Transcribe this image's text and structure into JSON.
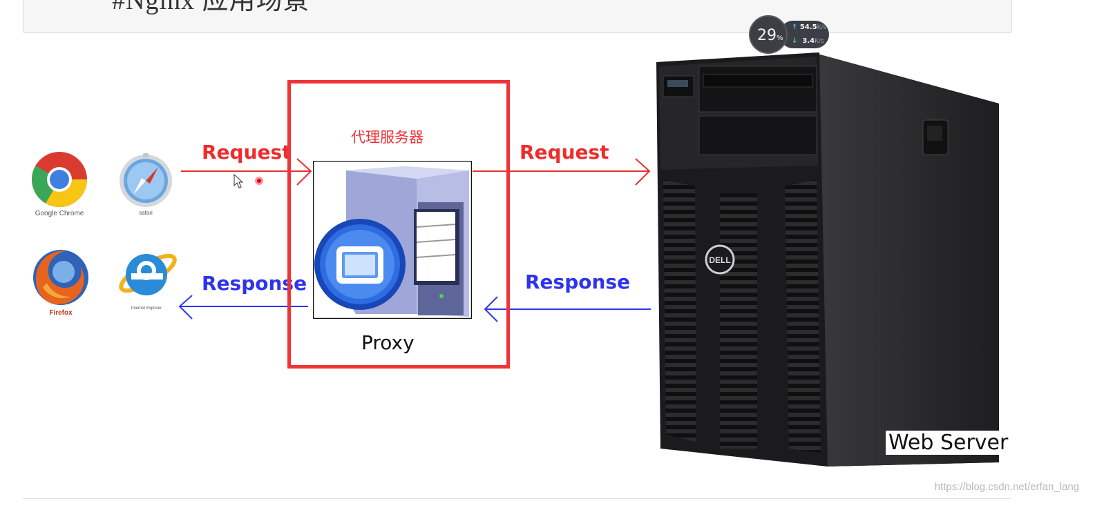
{
  "top_box": {
    "text": "#Nginx 应用场景"
  },
  "browsers": [
    {
      "name": "Google Chrome",
      "icon": "chrome-icon"
    },
    {
      "name": "safari",
      "icon": "safari-icon"
    },
    {
      "name": "Firefox",
      "icon": "firefox-icon"
    },
    {
      "name": "Internet Explorer",
      "icon": "internet-explorer-icon"
    }
  ],
  "arrows": {
    "left_request": "Request",
    "right_request": "Request",
    "left_response": "Response",
    "right_response": "Response"
  },
  "proxy": {
    "title": "代理服务器",
    "label": "Proxy"
  },
  "server": {
    "label": "Web Server",
    "brand": "DELL"
  },
  "speed_widget": {
    "percent": "29",
    "percent_unit": "%",
    "upload": "54.5",
    "download": "3.4",
    "rate_unit": "K/s"
  },
  "watermark": "https://blog.csdn.net/erfan_lang",
  "colors": {
    "request": "#ee2c2c",
    "response": "#2e34ee",
    "frame": "#ef3337"
  }
}
